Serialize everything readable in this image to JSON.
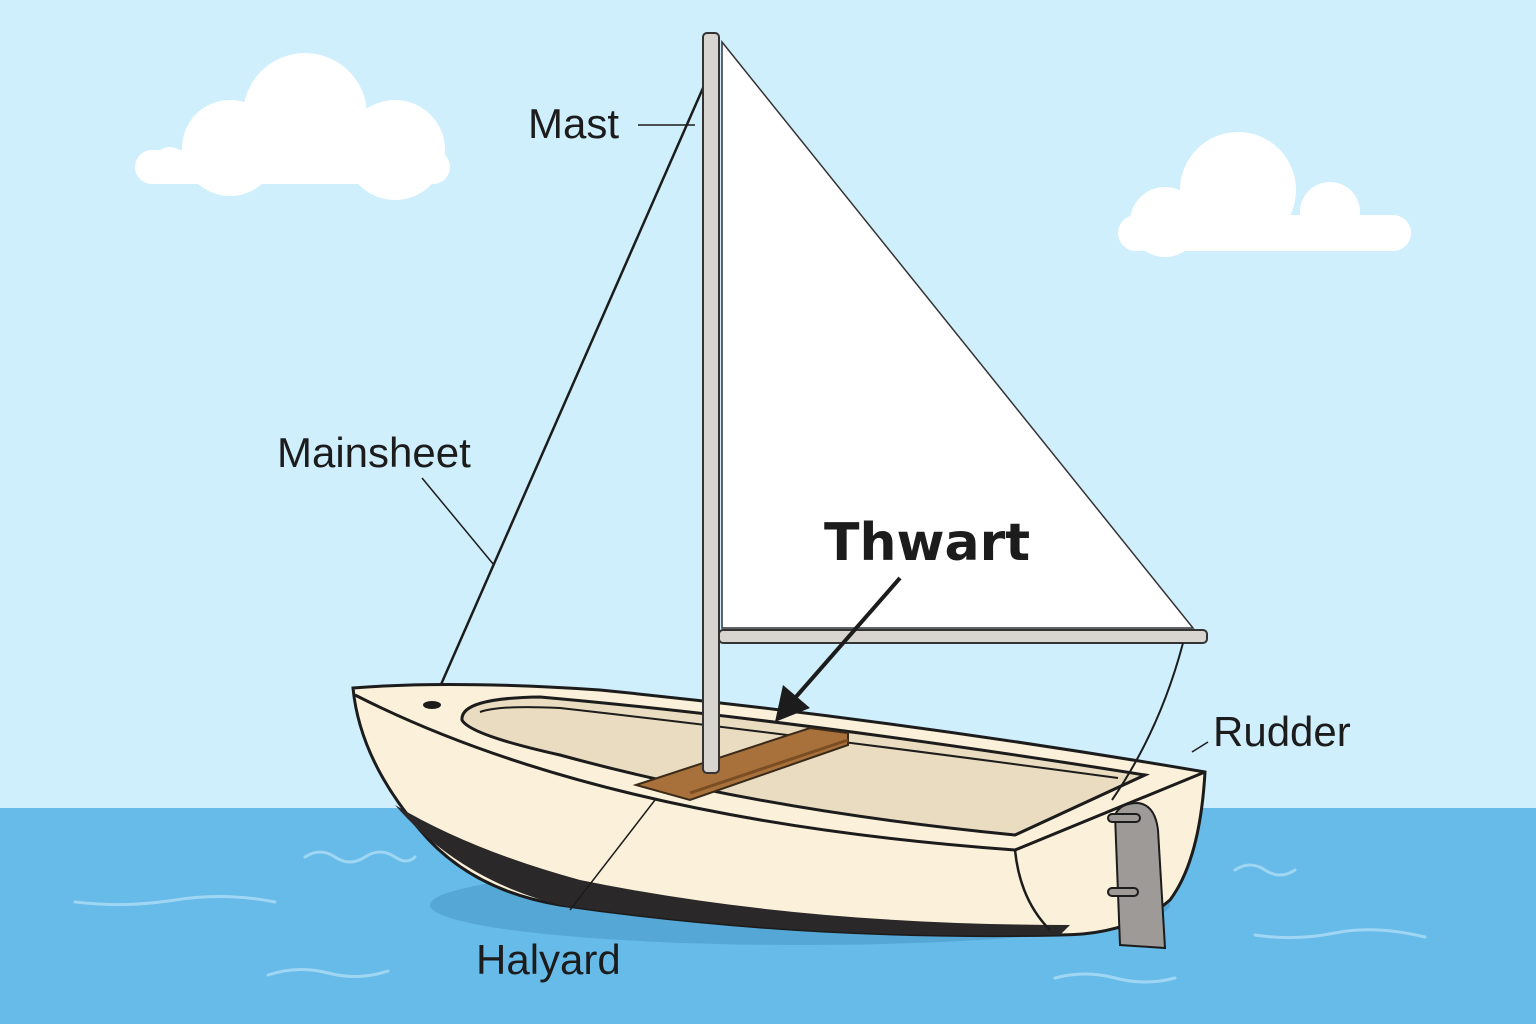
{
  "diagram": {
    "labels": {
      "mast": "Mast",
      "mainsheet": "Mainsheet",
      "thwart": "Thwart",
      "rudder": "Rudder",
      "halyard": "Halyard"
    },
    "highlighted_part": "Thwart",
    "colors": {
      "sky": "#CFEFFC",
      "water": "#67BBE8",
      "hull": "#FBF1DA",
      "cockpit": "#E9DCC0",
      "thwart": "#A8703A",
      "hull_bottom": "#2A2828",
      "rudder": "#9E9A97"
    }
  }
}
